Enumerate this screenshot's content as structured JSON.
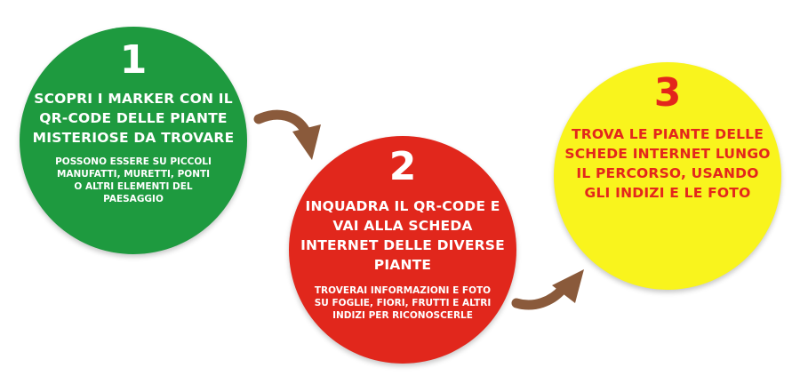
{
  "steps": [
    {
      "number": "1",
      "title": "SCOPRI I MARKER CON IL QR-CODE DELLE PIANTE MISTERIOSE DA TROVARE",
      "note": "POSSONO ESSERE SU PICCOLI MANUFATTI, MURETTI, PONTI O ALTRI ELEMENTI DEL PAESAGGIO",
      "color": "#1e9a3f",
      "text_color": "#ffffff"
    },
    {
      "number": "2",
      "title": "INQUADRA IL QR-CODE E VAI ALLA SCHEDA INTERNET DELLE DIVERSE PIANTE",
      "note": "TROVERAI INFORMAZIONI E FOTO SU FOGLIE, FIORI, FRUTTI E ALTRI INDIZI PER RICONOSCERLE",
      "color": "#e1271c",
      "text_color": "#ffffff"
    },
    {
      "number": "3",
      "title": "TROVA LE PIANTE DELLE SCHEDE INTERNET LUNGO IL PERCORSO, USANDO GLI INDIZI E LE FOTO",
      "color": "#f9f41d",
      "text_color": "#e3261c"
    }
  ],
  "arrow_color": "#8a5a3b"
}
